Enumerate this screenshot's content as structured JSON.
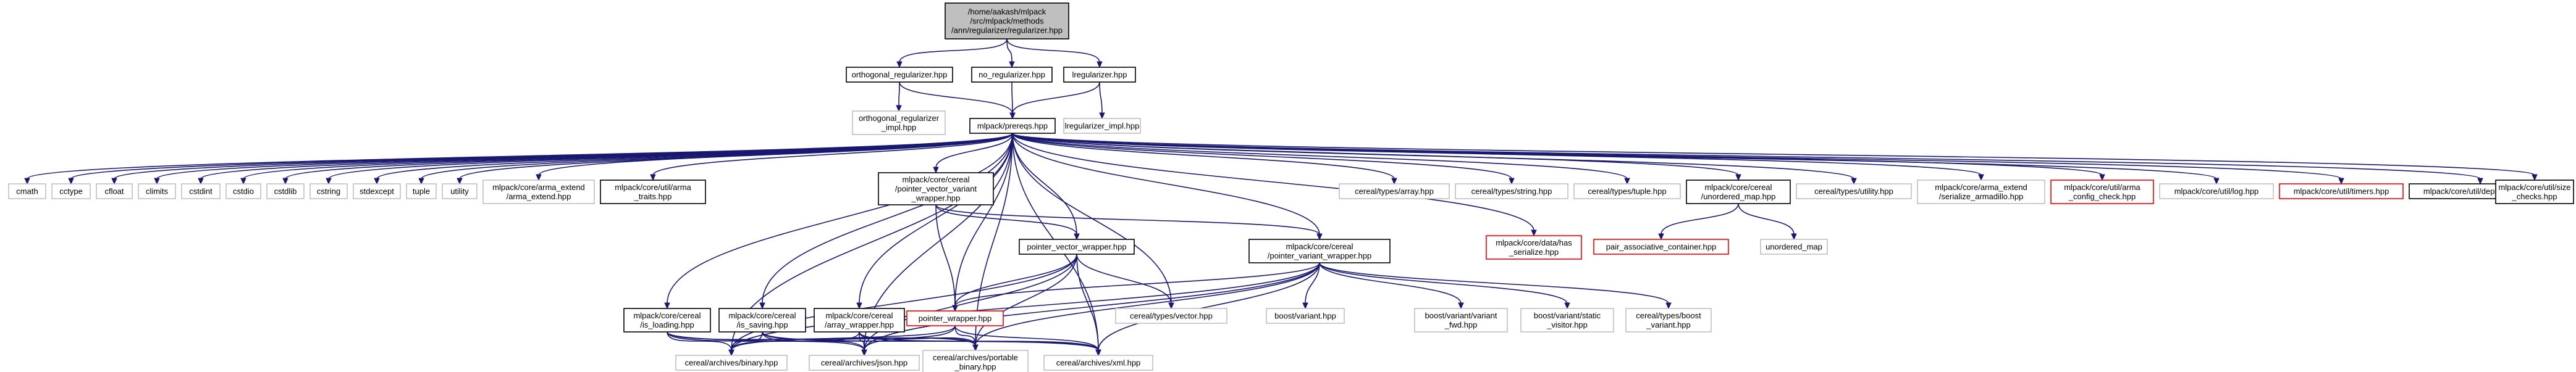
{
  "diagram": {
    "colors": {
      "edge": "#191970",
      "border_black": "#000000",
      "border_gray": "#bfbfbf",
      "border_red": "#ff0000",
      "root_fill": "#bfbfbf",
      "fill": "#ffffff"
    },
    "nodes": [
      {
        "id": "root",
        "lines": [
          "/home/aakash/mlpack",
          "/src/mlpack/methods",
          "/ann/regularizer/regularizer.hpp"
        ],
        "style": "root"
      },
      {
        "id": "orth",
        "lines": [
          "orthogonal_regularizer.hpp"
        ],
        "style": "black"
      },
      {
        "id": "noreg",
        "lines": [
          "no_regularizer.hpp"
        ],
        "style": "black"
      },
      {
        "id": "lreg",
        "lines": [
          "lregularizer.hpp"
        ],
        "style": "black"
      },
      {
        "id": "orthimpl",
        "lines": [
          "orthogonal_regularizer",
          "_impl.hpp"
        ],
        "style": "gray"
      },
      {
        "id": "prereqs",
        "lines": [
          "mlpack/prereqs.hpp"
        ],
        "style": "black"
      },
      {
        "id": "lregimpl",
        "lines": [
          "lregularizer_impl.hpp"
        ],
        "style": "gray"
      },
      {
        "id": "cmath",
        "lines": [
          "cmath"
        ],
        "style": "gray"
      },
      {
        "id": "cctype",
        "lines": [
          "cctype"
        ],
        "style": "gray"
      },
      {
        "id": "cfloat",
        "lines": [
          "cfloat"
        ],
        "style": "gray"
      },
      {
        "id": "climits",
        "lines": [
          "climits"
        ],
        "style": "gray"
      },
      {
        "id": "cstdint",
        "lines": [
          "cstdint"
        ],
        "style": "gray"
      },
      {
        "id": "cstdio",
        "lines": [
          "cstdio"
        ],
        "style": "gray"
      },
      {
        "id": "cstdlib",
        "lines": [
          "cstdlib"
        ],
        "style": "gray"
      },
      {
        "id": "cstring",
        "lines": [
          "cstring"
        ],
        "style": "gray"
      },
      {
        "id": "stdexcept",
        "lines": [
          "stdexcept"
        ],
        "style": "gray"
      },
      {
        "id": "tuple",
        "lines": [
          "tuple"
        ],
        "style": "gray"
      },
      {
        "id": "utility",
        "lines": [
          "utility"
        ],
        "style": "gray"
      },
      {
        "id": "armaext",
        "lines": [
          "mlpack/core/arma_extend",
          "/arma_extend.hpp"
        ],
        "style": "gray"
      },
      {
        "id": "armatraits",
        "lines": [
          "mlpack/core/util/arma",
          "_traits.hpp"
        ],
        "style": "black"
      },
      {
        "id": "pvvw",
        "lines": [
          "mlpack/core/cereal",
          "/pointer_vector_variant",
          "_wrapper.hpp"
        ],
        "style": "black"
      },
      {
        "id": "ctarray",
        "lines": [
          "cereal/types/array.hpp"
        ],
        "style": "gray"
      },
      {
        "id": "ctstring",
        "lines": [
          "cereal/types/string.hpp"
        ],
        "style": "gray"
      },
      {
        "id": "cttuple",
        "lines": [
          "cereal/types/tuple.hpp"
        ],
        "style": "gray"
      },
      {
        "id": "umap",
        "lines": [
          "mlpack/core/cereal",
          "/unordered_map.hpp"
        ],
        "style": "black"
      },
      {
        "id": "ctutility",
        "lines": [
          "cereal/types/utility.hpp"
        ],
        "style": "gray"
      },
      {
        "id": "serarma",
        "lines": [
          "mlpack/core/arma_extend",
          "/serialize_armadillo.hpp"
        ],
        "style": "gray"
      },
      {
        "id": "armacfg",
        "lines": [
          "mlpack/core/util/arma",
          "_config_check.hpp"
        ],
        "style": "red"
      },
      {
        "id": "log",
        "lines": [
          "mlpack/core/util/log.hpp"
        ],
        "style": "gray"
      },
      {
        "id": "timers",
        "lines": [
          "mlpack/core/util/timers.hpp"
        ],
        "style": "red"
      },
      {
        "id": "deprecated",
        "lines": [
          "mlpack/core/util/deprecated.hpp"
        ],
        "style": "black"
      },
      {
        "id": "sizechecks",
        "lines": [
          "mlpack/core/util/size",
          "_checks.hpp"
        ],
        "style": "black"
      },
      {
        "id": "pvw",
        "lines": [
          "pointer_vector_wrapper.hpp"
        ],
        "style": "black"
      },
      {
        "id": "pvarw",
        "lines": [
          "mlpack/core/cereal",
          "/pointer_variant_wrapper.hpp"
        ],
        "style": "black"
      },
      {
        "id": "hasser",
        "lines": [
          "mlpack/core/data/has",
          "_serialize.hpp"
        ],
        "style": "red"
      },
      {
        "id": "pac",
        "lines": [
          "pair_associative_container.hpp"
        ],
        "style": "red"
      },
      {
        "id": "unmap",
        "lines": [
          "unordered_map"
        ],
        "style": "gray"
      },
      {
        "id": "isloading",
        "lines": [
          "mlpack/core/cereal",
          "/is_loading.hpp"
        ],
        "style": "black"
      },
      {
        "id": "issaving",
        "lines": [
          "mlpack/core/cereal",
          "/is_saving.hpp"
        ],
        "style": "black"
      },
      {
        "id": "arrwrap",
        "lines": [
          "mlpack/core/cereal",
          "/array_wrapper.hpp"
        ],
        "style": "black"
      },
      {
        "id": "ptrwrap",
        "lines": [
          "pointer_wrapper.hpp"
        ],
        "style": "red"
      },
      {
        "id": "ctvector",
        "lines": [
          "cereal/types/vector.hpp"
        ],
        "style": "gray"
      },
      {
        "id": "bvariant",
        "lines": [
          "boost/variant.hpp"
        ],
        "style": "gray"
      },
      {
        "id": "bvfwd",
        "lines": [
          "boost/variant/variant",
          "_fwd.hpp"
        ],
        "style": "gray"
      },
      {
        "id": "bvstatic",
        "lines": [
          "boost/variant/static",
          "_visitor.hpp"
        ],
        "style": "gray"
      },
      {
        "id": "ctboost",
        "lines": [
          "cereal/types/boost",
          "_variant.hpp"
        ],
        "style": "gray"
      },
      {
        "id": "binary",
        "lines": [
          "cereal/archives/binary.hpp"
        ],
        "style": "gray"
      },
      {
        "id": "json",
        "lines": [
          "cereal/archives/json.hpp"
        ],
        "style": "gray"
      },
      {
        "id": "portable",
        "lines": [
          "cereal/archives/portable",
          "_binary.hpp"
        ],
        "style": "gray"
      },
      {
        "id": "xml",
        "lines": [
          "cereal/archives/xml.hpp"
        ],
        "style": "gray"
      }
    ],
    "edges": [
      [
        "root",
        "orth"
      ],
      [
        "root",
        "noreg"
      ],
      [
        "root",
        "lreg"
      ],
      [
        "orth",
        "orthimpl"
      ],
      [
        "orth",
        "prereqs"
      ],
      [
        "noreg",
        "prereqs"
      ],
      [
        "lreg",
        "prereqs"
      ],
      [
        "lreg",
        "lregimpl"
      ],
      [
        "prereqs",
        "cmath"
      ],
      [
        "prereqs",
        "cctype"
      ],
      [
        "prereqs",
        "cfloat"
      ],
      [
        "prereqs",
        "climits"
      ],
      [
        "prereqs",
        "cstdint"
      ],
      [
        "prereqs",
        "cstdio"
      ],
      [
        "prereqs",
        "cstdlib"
      ],
      [
        "prereqs",
        "cstring"
      ],
      [
        "prereqs",
        "stdexcept"
      ],
      [
        "prereqs",
        "tuple"
      ],
      [
        "prereqs",
        "utility"
      ],
      [
        "prereqs",
        "armaext"
      ],
      [
        "prereqs",
        "armatraits"
      ],
      [
        "prereqs",
        "pvvw"
      ],
      [
        "prereqs",
        "ctarray"
      ],
      [
        "prereqs",
        "ctstring"
      ],
      [
        "prereqs",
        "cttuple"
      ],
      [
        "prereqs",
        "umap"
      ],
      [
        "prereqs",
        "ctutility"
      ],
      [
        "prereqs",
        "serarma"
      ],
      [
        "prereqs",
        "armacfg"
      ],
      [
        "prereqs",
        "log"
      ],
      [
        "prereqs",
        "timers"
      ],
      [
        "prereqs",
        "deprecated"
      ],
      [
        "prereqs",
        "sizechecks"
      ],
      [
        "prereqs",
        "pvw"
      ],
      [
        "prereqs",
        "pvarw"
      ],
      [
        "prereqs",
        "hasser"
      ],
      [
        "prereqs",
        "isloading"
      ],
      [
        "prereqs",
        "issaving"
      ],
      [
        "prereqs",
        "arrwrap"
      ],
      [
        "prereqs",
        "ptrwrap"
      ],
      [
        "prereqs",
        "ctvector"
      ],
      [
        "prereqs",
        "binary"
      ],
      [
        "prereqs",
        "json"
      ],
      [
        "prereqs",
        "portable"
      ],
      [
        "prereqs",
        "xml"
      ],
      [
        "pvvw",
        "pvw"
      ],
      [
        "pvvw",
        "pvarw"
      ],
      [
        "pvvw",
        "ptrwrap"
      ],
      [
        "umap",
        "pac"
      ],
      [
        "umap",
        "unmap"
      ],
      [
        "pvw",
        "ptrwrap"
      ],
      [
        "pvw",
        "ctvector"
      ],
      [
        "pvw",
        "binary"
      ],
      [
        "pvw",
        "json"
      ],
      [
        "pvw",
        "portable"
      ],
      [
        "pvw",
        "xml"
      ],
      [
        "pvarw",
        "ptrwrap"
      ],
      [
        "pvarw",
        "bvariant"
      ],
      [
        "pvarw",
        "bvfwd"
      ],
      [
        "pvarw",
        "bvstatic"
      ],
      [
        "pvarw",
        "ctboost"
      ],
      [
        "pvarw",
        "binary"
      ],
      [
        "pvarw",
        "json"
      ],
      [
        "pvarw",
        "portable"
      ],
      [
        "pvarw",
        "xml"
      ],
      [
        "isloading",
        "binary"
      ],
      [
        "isloading",
        "json"
      ],
      [
        "isloading",
        "portable"
      ],
      [
        "isloading",
        "xml"
      ],
      [
        "issaving",
        "binary"
      ],
      [
        "issaving",
        "json"
      ],
      [
        "issaving",
        "portable"
      ],
      [
        "issaving",
        "xml"
      ],
      [
        "arrwrap",
        "binary"
      ],
      [
        "arrwrap",
        "json"
      ],
      [
        "arrwrap",
        "portable"
      ],
      [
        "arrwrap",
        "xml"
      ],
      [
        "ptrwrap",
        "binary"
      ],
      [
        "ptrwrap",
        "json"
      ],
      [
        "ptrwrap",
        "portable"
      ],
      [
        "ptrwrap",
        "xml"
      ]
    ]
  }
}
